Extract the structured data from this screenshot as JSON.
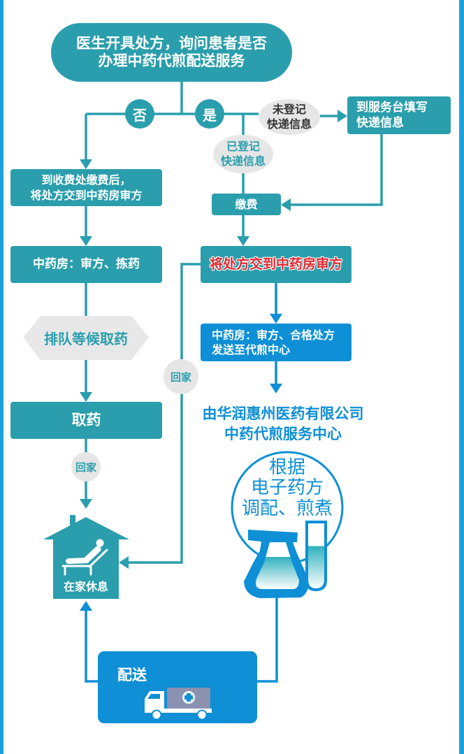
{
  "colors": {
    "teal": "#2a9eac",
    "blue": "#0e8fd6",
    "red": "#e3262c",
    "gray": "#e6e6e6",
    "dark_text": "#333333",
    "frame": "#1ca0dc",
    "cargo": "#8b91b0"
  },
  "start": {
    "lines": [
      "医生开具处方，询问患者是否",
      "办理中药代煎配送服务"
    ]
  },
  "decisions": {
    "no": "否",
    "yes": "是"
  },
  "no_branch": {
    "pay_then_submit": {
      "lines": [
        "到收费处缴费后，",
        "将处方交到中药房审方"
      ]
    },
    "pharmacy_pick": "中药房：审方、拣药",
    "queue": "排队等候取药",
    "pickup": "取药",
    "go_home": "回家"
  },
  "yes_branch": {
    "unregistered": {
      "lines": [
        "未登记",
        "快递信息"
      ]
    },
    "registered": {
      "lines": [
        "已登记",
        "快递信息"
      ]
    },
    "service_desk": {
      "lines": [
        "到服务台填写",
        "快递信息"
      ]
    },
    "pay": "缴费",
    "submit": "将处方交到中药房审方",
    "go_home": "回家",
    "pharmacy_send": {
      "lines": [
        "中药房：审方、合格处方",
        "发送至代煎中心"
      ]
    },
    "center": {
      "lines": [
        "由华润惠州医药有限公司",
        "中药代煎服务中心"
      ]
    },
    "process": {
      "lines": [
        "根据",
        "电子药方",
        "调配、煎煮"
      ]
    },
    "delivery": "配送"
  },
  "home": {
    "label": "在家休息"
  },
  "icons": {
    "house": "house-icon",
    "patient": "reclining-person-icon",
    "flask": "flask-icon",
    "tube": "test-tube-icon",
    "truck": "delivery-truck-icon",
    "cross": "medical-cross-icon"
  }
}
